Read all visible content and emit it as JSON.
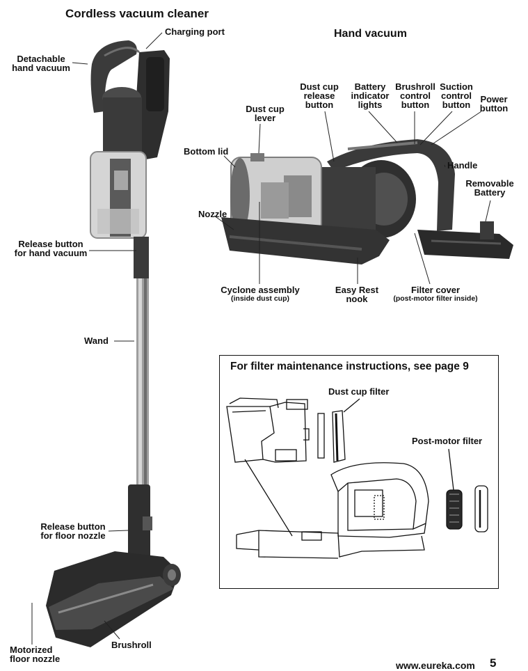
{
  "titles": {
    "left": "Cordless vacuum cleaner",
    "right": "Hand vacuum"
  },
  "left_labels": {
    "charging_port": "Charging port",
    "detachable_l1": "Detachable",
    "detachable_l2": "hand vacuum",
    "release_hand_l1": "Release button",
    "release_hand_l2": "for hand vacuum",
    "wand": "Wand",
    "release_floor_l1": "Release button",
    "release_floor_l2": "for floor nozzle",
    "motorized_l1": "Motorized",
    "motorized_l2": "floor nozzle",
    "brushroll": "Brushroll"
  },
  "hand_labels": {
    "dust_cup_release_l1": "Dust cup",
    "dust_cup_release_l2": "release",
    "dust_cup_release_l3": "button",
    "battery_indicator_l1": "Battery",
    "battery_indicator_l2": "indicator",
    "battery_indicator_l3": "lights",
    "brushroll_control_l1": "Brushroll",
    "brushroll_control_l2": "control",
    "brushroll_control_l3": "button",
    "suction_control_l1": "Suction",
    "suction_control_l2": "control",
    "suction_control_l3": "button",
    "power_l1": "Power",
    "power_l2": "button",
    "dust_cup_lever_l1": "Dust cup",
    "dust_cup_lever_l2": "lever",
    "bottom_lid": "Bottom lid",
    "handle": "Handle",
    "removable_battery_l1": "Removable",
    "removable_battery_l2": "Battery",
    "nozzle": "Nozzle",
    "cyclone": "Cyclone assembly",
    "cyclone_sub": "(inside dust cup)",
    "easy_rest_l1": "Easy Rest",
    "easy_rest_l2": "nook",
    "filter_cover": "Filter cover",
    "filter_cover_sub": "(post-motor filter inside)"
  },
  "filter_box": {
    "heading": "For filter maintenance instructions, see page 9",
    "dust_cup_filter": "Dust cup filter",
    "post_motor_filter": "Post-motor filter"
  },
  "footer": {
    "url": "www.eureka.com",
    "page": "5"
  }
}
